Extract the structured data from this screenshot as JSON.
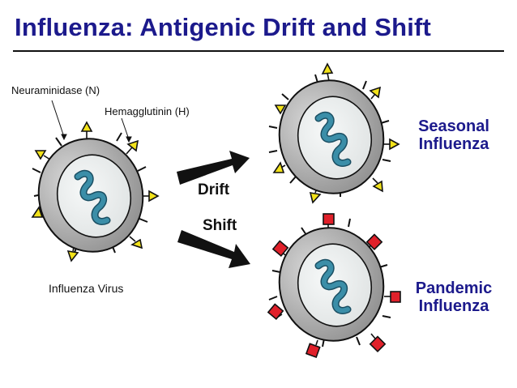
{
  "title": "Influenza: Antigenic Drift and Shift",
  "labels": {
    "neuraminidase": "Neuraminidase (N)",
    "hemagglutinin": "Hemagglutinin (H)",
    "virus": "Influenza Virus",
    "drift": "Drift",
    "shift": "Shift"
  },
  "outcomes": {
    "seasonal_line1": "Seasonal",
    "seasonal_line2": "Influenza",
    "pandemic_line1": "Pandemic",
    "pandemic_line2": "Influenza"
  },
  "colors": {
    "title": "#1c1a8c",
    "outcome_text": "#1c1a8c",
    "virus_shell": "#a9a9a9",
    "virus_core": "#e9ecec",
    "rna": "#3b8ea8",
    "hemagglutinin": "#f2e21a",
    "shift_antigen": "#e0202a"
  }
}
